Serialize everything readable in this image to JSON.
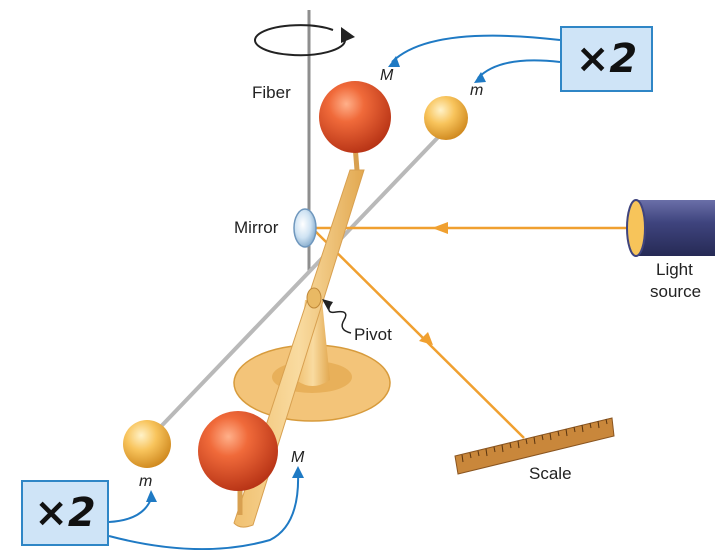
{
  "labels": {
    "fiber": "Fiber",
    "mirror": "Mirror",
    "pivot": "Pivot",
    "light_source_line1": "Light",
    "light_source_line2": "source",
    "scale": "Scale",
    "mass_large_top": "M",
    "mass_small_top": "m",
    "mass_large_bottom": "M",
    "mass_small_bottom": "m"
  },
  "multiplier_boxes": {
    "top": "×2",
    "bottom": "×2"
  },
  "colors": {
    "large_sphere": "#e0502a",
    "small_sphere": "#f4b84e",
    "light_beam": "#f0a030",
    "annotation_arrow": "#1f7ac4",
    "box_fill": "#cfe4f7",
    "box_border": "#2f86c6"
  }
}
